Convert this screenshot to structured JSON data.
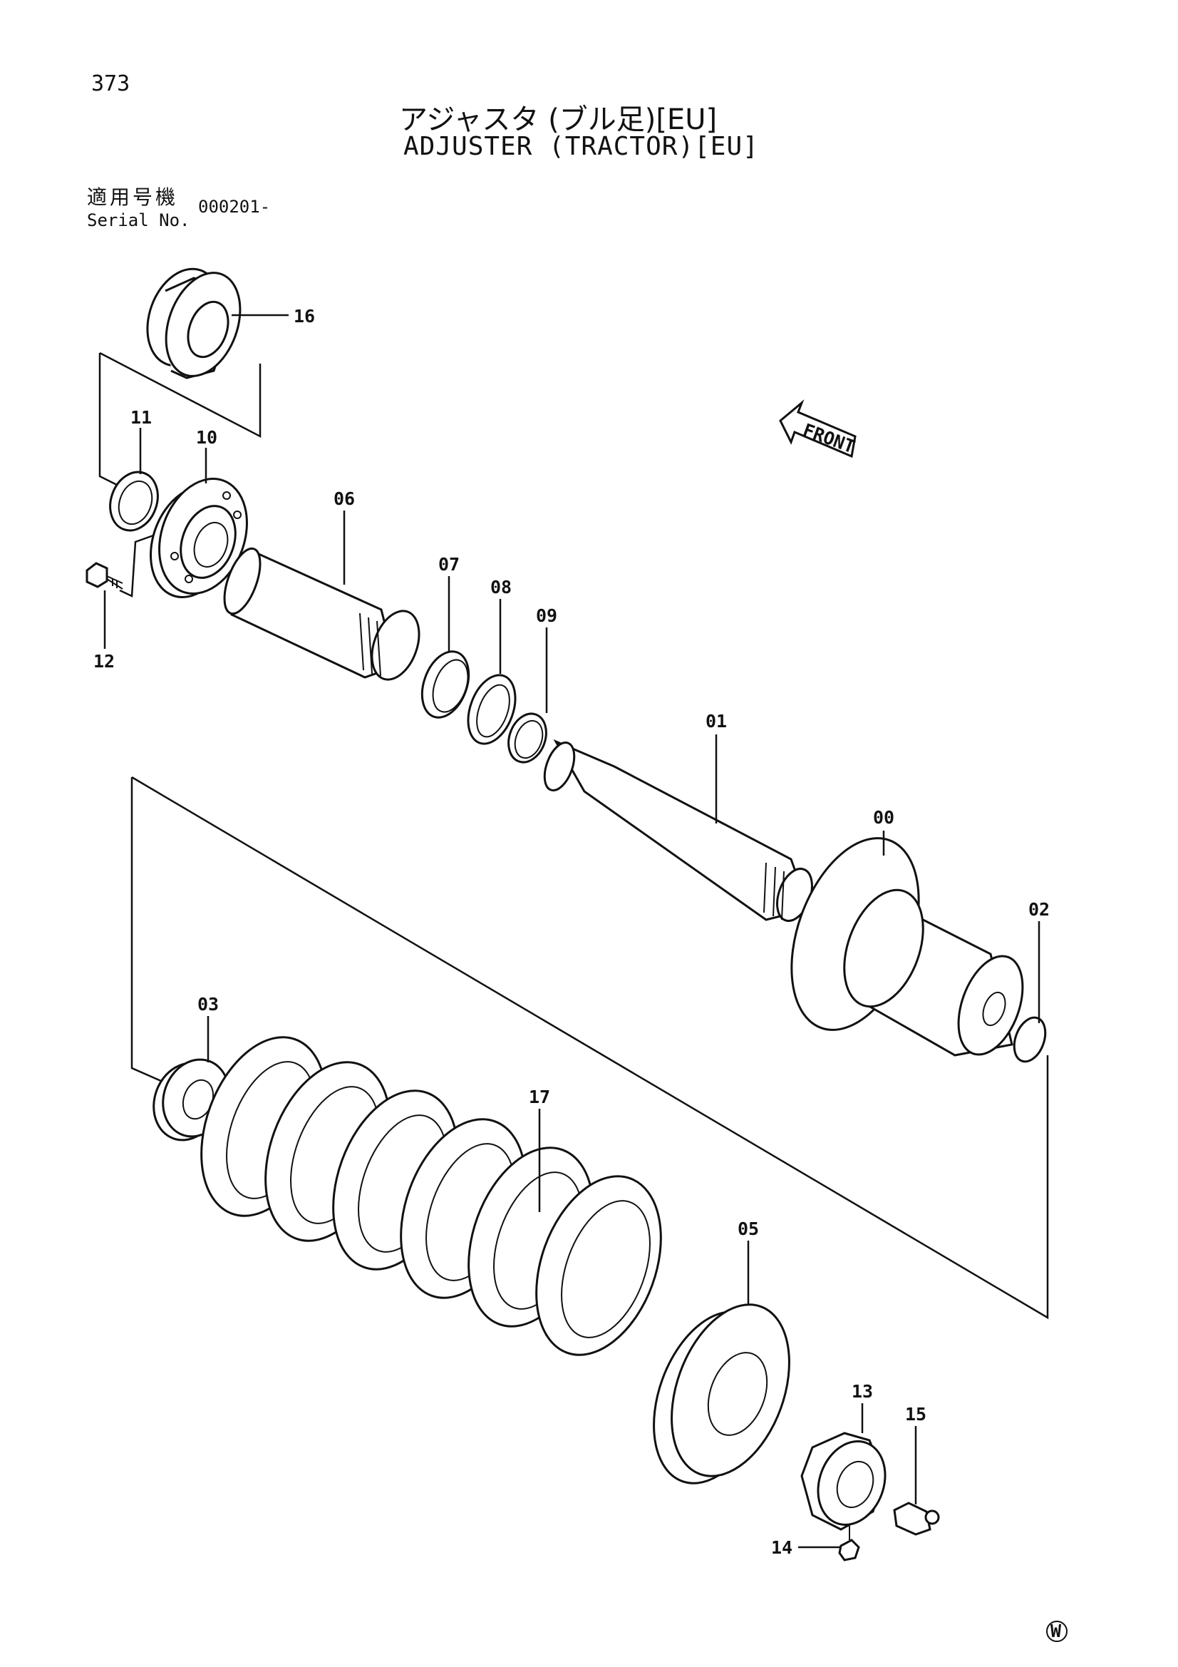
{
  "header": {
    "page_number": "373",
    "title_jp": "アジャスタ (ブル足)[EU]",
    "title_en": "ADJUSTER (TRACTOR)[EU]",
    "serial_label_jp": "適用号機",
    "serial_label_en": "Serial No.",
    "serial_value": "000201-"
  },
  "diagram": {
    "front_label": "FRONT",
    "mark": "W",
    "callouts": [
      "16",
      "11",
      "10",
      "06",
      "07",
      "08",
      "09",
      "12",
      "01",
      "00",
      "02",
      "03",
      "17",
      "05",
      "13",
      "15",
      "14"
    ]
  }
}
